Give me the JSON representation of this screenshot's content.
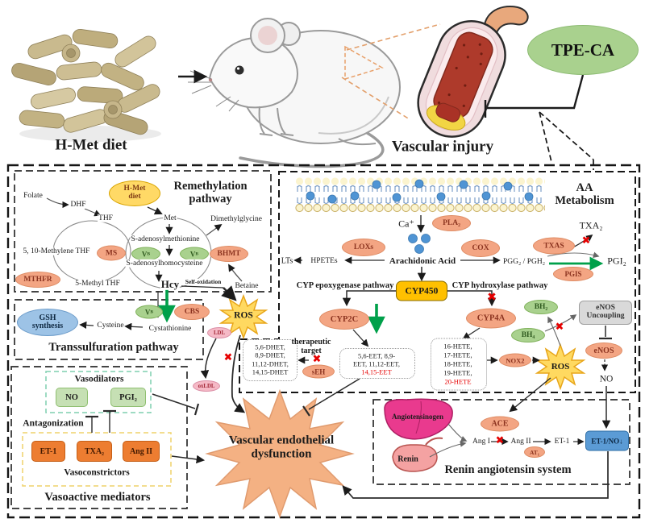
{
  "icons": {
    "blocked": "✖"
  },
  "top": {
    "diet": "H-Met diet",
    "injury": "Vascular injury",
    "tpeca": "TPE-CA"
  },
  "remeth": {
    "title1": "Remethylation",
    "title2": "pathway",
    "hmet1": "H-Met",
    "hmet2": "diet",
    "folate": "Folate",
    "dhf": "DHF",
    "thf": "THF",
    "methylene_thf": "5, 10-Methylene THF",
    "mthfr": "MTHFR",
    "methyl_thf": "5-Methyl THF",
    "ms": "MS",
    "met": "Met",
    "sam": "S-adenosylmethionine",
    "sah": "S-adenosylhomocysteine",
    "vb_base": "V",
    "vb_sub": "B",
    "bhmt": "BHMT",
    "dimethylglycine": "Dimethylglycine",
    "betaine": "Betaine",
    "hcy": "Hcy",
    "self_oxidation": "Self-oxidation"
  },
  "trans": {
    "title": "Transsulfuration pathway",
    "gsh1": "GSH",
    "gsh2": "synthesis",
    "cysteine": "Cysteine",
    "cystathionine": "Cystathionine",
    "cbs": "CBS",
    "ros": "ROS",
    "ldl": "LDL",
    "oxldl": "oxLDL"
  },
  "vaso": {
    "title": "Vasoactive mediators",
    "dilators": "Vasodilators",
    "no": "NO",
    "pgi2": "PGI₂",
    "antagonization": "Antagonization",
    "et1": "ET-1",
    "txa2": "TXA₂",
    "angii": "Ang II",
    "constrictors": "Vasoconstrictors"
  },
  "star": {
    "line1": "Vascular endothelial",
    "line2": "dysfunction"
  },
  "aa": {
    "title1": "AA",
    "title2": "Metabolism",
    "ca": "Ca⁺",
    "pla2": "PLA₂",
    "loxs": "LOXs",
    "lts": "LTs",
    "hpetes": "HPETEs",
    "arachidonic": "Arachidonic Acid",
    "cox": "COX",
    "pgg2": "PGG₂ / PGH₂",
    "txas": "TXAS",
    "txa2": "TXA₂",
    "pgi2": "PGI₂",
    "pgis": "PGIS",
    "cyp450": "CYP450",
    "epoxygenase": "CYP epoxygenase pathway",
    "hydroxylase": "CYP hydroxylase pathway",
    "cyp2c": "CYP2C",
    "cyp4a": "CYP4A",
    "eet1": "5,6-EET, 8,9-",
    "eet2": "EET, 11,12-EET,",
    "eet3": "14,15-EET",
    "ther1": "therapeutic",
    "ther2": "target",
    "seh": "sEH",
    "dhet1": "5,6-DHET,",
    "dhet2": "8,9-DHET,",
    "dhet3": "11,12-DHET,",
    "dhet4": "14,15-DHET",
    "hete1": "16-HETE,",
    "hete2": "17-HETE,",
    "hete3": "18-HETE,",
    "hete4": "19-HETE,",
    "hete5": "20-HETE",
    "nox2": "NOX2",
    "ros": "ROS",
    "bh2": "BH₂",
    "bh4": "BH₄",
    "unc1": "eNOS",
    "unc2": "Uncoupling",
    "enos": "eNOS",
    "no": "NO"
  },
  "renin": {
    "title": "Renin angiotensin system",
    "angiotensinogen": "Angiotensinogen",
    "renin": "Renin",
    "ace": "ACE",
    "angi": "Ang I",
    "angii": "Ang II",
    "et1": "ET-1",
    "at1": "AT₁",
    "et1no": "ET-1/NO↓"
  },
  "colors": {
    "enzyme": "#F3A583",
    "cofactor_green": "#A9D18E",
    "highlight_red": "#E60000",
    "cyp450_yellow": "#FFC000",
    "hmet_yellow": "#FFD966",
    "dilator_green": "#C6E0B4",
    "constrictor_orange": "#ED7D31",
    "ros_yellow": "#FFD960",
    "dysfunction_orange": "#F4B183",
    "tpeca_green": "#A9D18E",
    "etno_blue": "#5B9BD5",
    "gsh_blue": "#9DC3E6",
    "liver_magenta": "#E93A8E"
  }
}
